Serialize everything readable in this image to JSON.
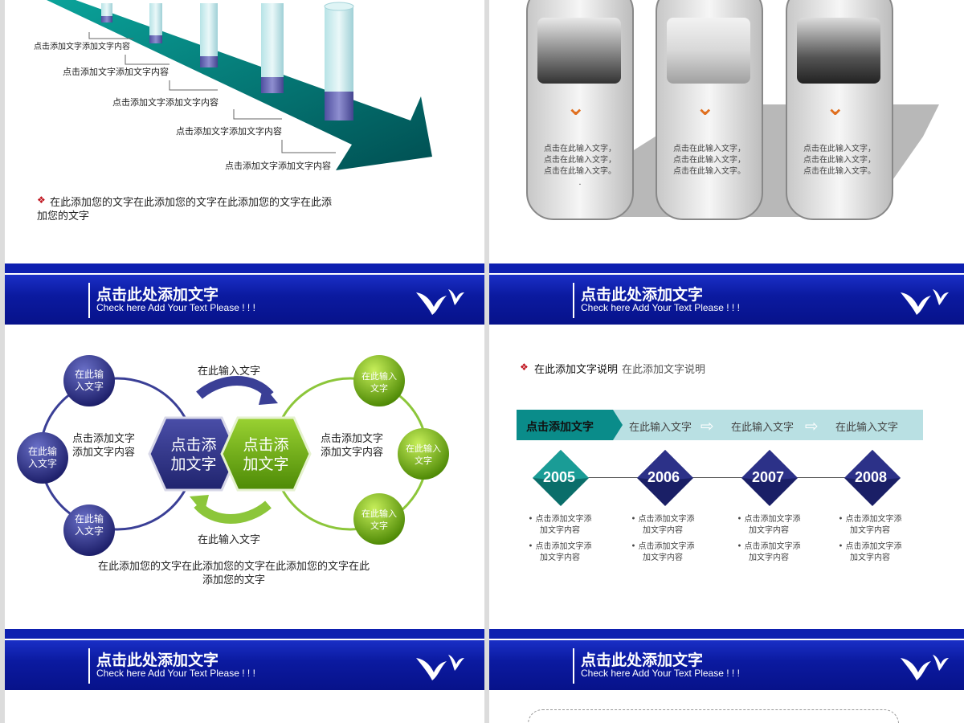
{
  "header": {
    "title": "点击此处添加文字",
    "subtitle": "Check here Add Your Text Please ! ! !"
  },
  "slide1": {
    "labels": [
      "点击添加文字添加文字内容",
      "点击添加文字添加文字内容",
      "点击添加文字添加文字内容",
      "点击添加文字添加文字内容",
      "点击添加文字添加文字内容"
    ],
    "note_line1": "在此添加您的文字在此添加您的文字在此添加您的文字在此添",
    "note_line2": "加您的文字"
  },
  "slide2": {
    "cards": [
      {
        "l1": "点击在此输入文字，",
        "l2": "点击在此输入文字，",
        "l3": "点击在此输入文字。",
        "l4": "."
      },
      {
        "l1": "点击在此输入文字，",
        "l2": "点击在此输入文字，",
        "l3": "点击在此输入文字。",
        "l4": ""
      },
      {
        "l1": "点击在此输入文字，",
        "l2": "点击在此输入文字，",
        "l3": "点击在此输入文字。",
        "l4": ""
      }
    ]
  },
  "slide3": {
    "left_circles": [
      {
        "l1": "在此输",
        "l2": "入文字"
      },
      {
        "l1": "在此输",
        "l2": "入文字"
      },
      {
        "l1": "在此输",
        "l2": "入文字"
      }
    ],
    "right_circles": [
      {
        "l1": "在此输入",
        "l2": "文字"
      },
      {
        "l1": "在此输入",
        "l2": "文字"
      },
      {
        "l1": "在此输入",
        "l2": "文字"
      }
    ],
    "hex_left": {
      "l1": "点击添",
      "l2": "加文字"
    },
    "hex_right": {
      "l1": "点击添",
      "l2": "加文字"
    },
    "top_label": "在此输入文字",
    "bottom_label": "在此输入文字",
    "left_text": {
      "l1": "点击添加文字",
      "l2": "添加文字内容"
    },
    "right_text": {
      "l1": "点击添加文字",
      "l2": "添加文字内容"
    },
    "foot_l1": "在此添加您的文字在此添加您的文字在此添加您的文字在此",
    "foot_l2": "添加您的文字"
  },
  "slide4": {
    "desc_bold": "在此添加文字说明",
    "desc_rest": "在此添加文字说明",
    "band_title": "点击添加文字",
    "band_items": [
      "在此输入文字",
      "在此输入文字",
      "在此输入文字"
    ],
    "years": [
      {
        "year": "2005",
        "b1l1": "• 点击添加文字添",
        "b1l2": "加文字内容",
        "b2l1": "• 点击添加文字添",
        "b2l2": "加文字内容"
      },
      {
        "year": "2006",
        "b1l1": "• 点击添加文字添",
        "b1l2": "加文字内容",
        "b2l1": "• 点击添加文字添",
        "b2l2": "加文字内容"
      },
      {
        "year": "2007",
        "b1l1": "• 点击添加文字添",
        "b1l2": "加文字内容",
        "b2l1": "• 点击添加文字添",
        "b2l2": "加文字内容"
      },
      {
        "year": "2008",
        "b1l1": "• 点击添加文字添",
        "b1l2": "加文字内容",
        "b2l1": "• 点击添加文字添",
        "b2l2": "加文字内容"
      }
    ]
  },
  "colors": {
    "header_blue": "#0b1aa0",
    "teal": "#007a78",
    "green": "#7cb518",
    "navy": "#2b2f86"
  }
}
